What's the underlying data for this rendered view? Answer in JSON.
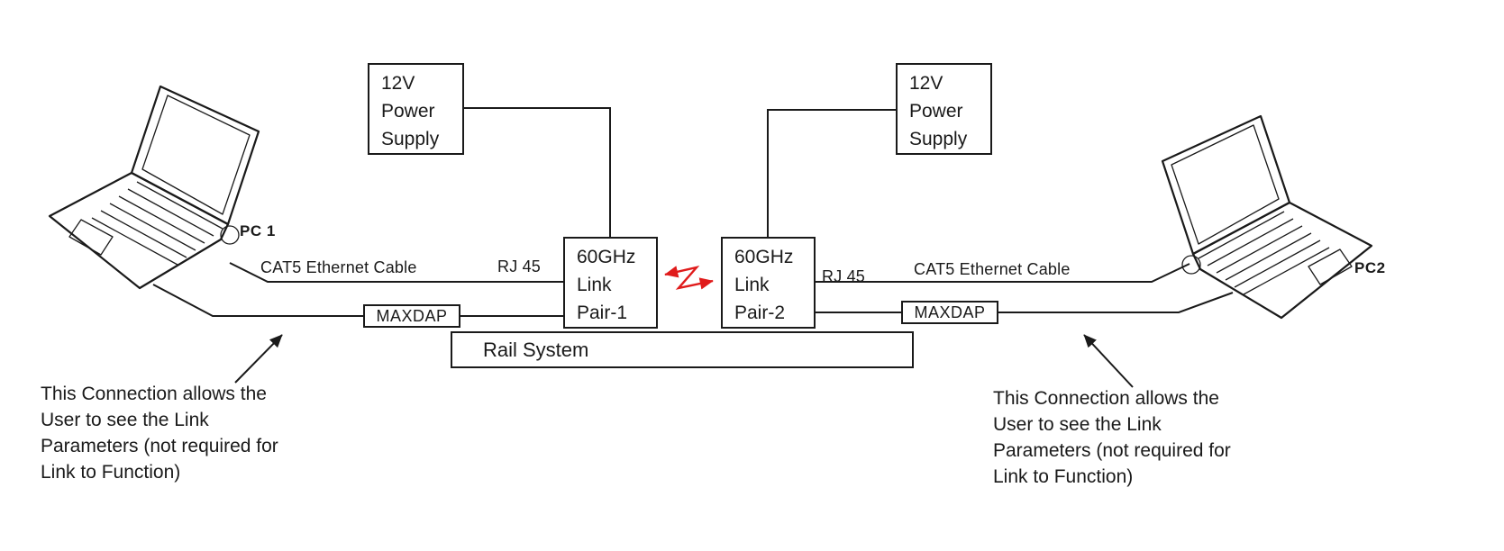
{
  "boxes": {
    "psu_left": "12V\nPower\nSupply",
    "psu_right": "12V\nPower\nSupply",
    "link_pair_1": "60GHz\nLink\nPair-1",
    "link_pair_2": "60GHz\nLink\nPair-2",
    "rail_system": "Rail System",
    "maxdap_left": "MAXDAP",
    "maxdap_right": "MAXDAP"
  },
  "labels": {
    "pc1": "PC 1",
    "pc2": "PC2",
    "cat5_left": "CAT5 Ethernet Cable",
    "rj45_left": "RJ 45",
    "rj45_right": "RJ 45",
    "cat5_right": "CAT5 Ethernet Cable"
  },
  "annotations": {
    "left": "This Connection allows the\nUser to see the Link\nParameters (not required for\nLink to Function)",
    "right": "This Connection allows the\nUser to see the Link\nParameters (not required for\nLink to Function)"
  },
  "colors": {
    "line": "#1a1a1a",
    "wireless-link": "#e01b1b",
    "background": "#ffffff"
  }
}
